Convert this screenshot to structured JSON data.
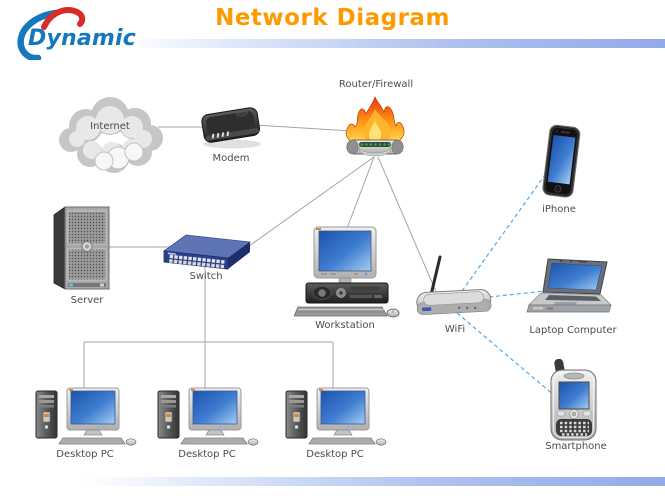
{
  "header": {
    "logo_text": "Dynamic",
    "title": "Network Diagram"
  },
  "diagram": {
    "nodes": {
      "internet": {
        "label": "Internet",
        "type": "cloud"
      },
      "modem": {
        "label": "Modem",
        "type": "modem"
      },
      "router_firewall": {
        "label": "Router/Firewall",
        "type": "router-with-firewall"
      },
      "server": {
        "label": "Server",
        "type": "tower-server"
      },
      "switch": {
        "label": "Switch",
        "type": "network-switch"
      },
      "workstation": {
        "label": "Workstation",
        "type": "desktop-computer"
      },
      "wifi": {
        "label": "WiFi",
        "type": "wireless-router"
      },
      "iphone": {
        "label": "iPhone",
        "type": "smartphone"
      },
      "laptop": {
        "label": "Laptop Computer",
        "type": "laptop"
      },
      "smartphone": {
        "label": "Smartphone",
        "type": "pda-phone"
      },
      "desktop_pc_1": {
        "label": "Desktop PC",
        "type": "desktop-pc"
      },
      "desktop_pc_2": {
        "label": "Desktop PC",
        "type": "desktop-pc"
      },
      "desktop_pc_3": {
        "label": "Desktop PC",
        "type": "desktop-pc"
      }
    },
    "connections": [
      {
        "from": "internet",
        "to": "modem",
        "style": "solid"
      },
      {
        "from": "modem",
        "to": "router_firewall",
        "style": "solid"
      },
      {
        "from": "router_firewall",
        "to": "switch",
        "style": "solid"
      },
      {
        "from": "router_firewall",
        "to": "workstation",
        "style": "solid"
      },
      {
        "from": "router_firewall",
        "to": "wifi",
        "style": "solid"
      },
      {
        "from": "switch",
        "to": "server",
        "style": "solid"
      },
      {
        "from": "switch",
        "to": "desktop_pc_1",
        "style": "solid"
      },
      {
        "from": "switch",
        "to": "desktop_pc_2",
        "style": "solid"
      },
      {
        "from": "switch",
        "to": "desktop_pc_3",
        "style": "solid"
      },
      {
        "from": "wifi",
        "to": "iphone",
        "style": "dashed-wireless"
      },
      {
        "from": "wifi",
        "to": "laptop",
        "style": "dashed-wireless"
      },
      {
        "from": "wifi",
        "to": "smartphone",
        "style": "dashed-wireless"
      }
    ]
  },
  "colors": {
    "title_orange": "#FF9900",
    "logo_blue": "#1577BD",
    "logo_red": "#D92B27",
    "rule_bar_blue": "#92AAE8",
    "wired_line_gray": "#A3A3A3",
    "wireless_line_blue": "#4FA8EC"
  }
}
